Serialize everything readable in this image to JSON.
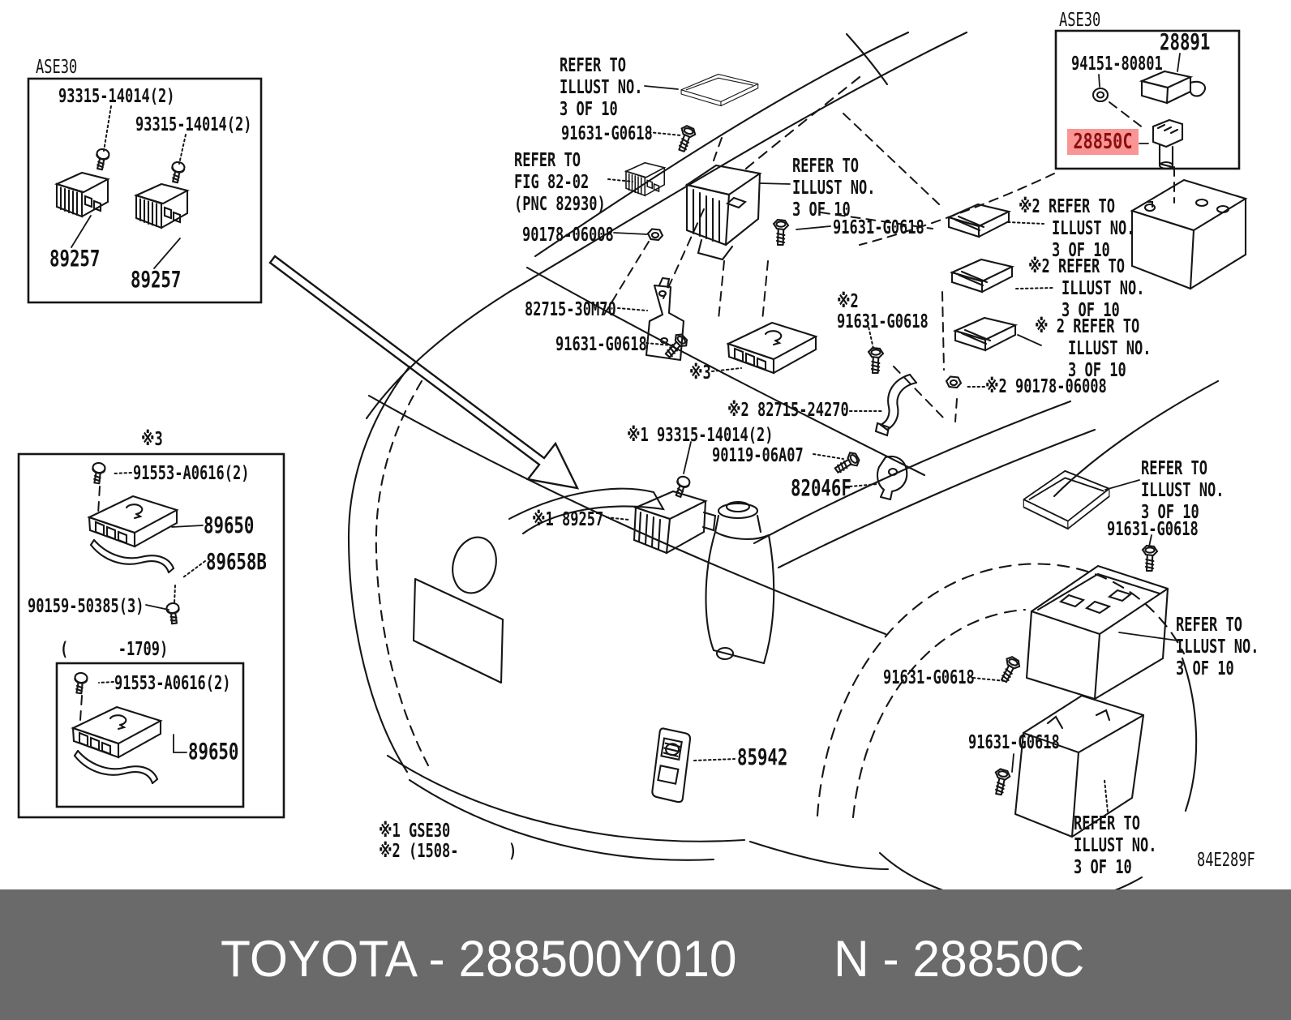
{
  "insets": {
    "top_left_title": "ASE30",
    "top_right_title": "ASE30",
    "bracket_box_title": "※3",
    "bracket_box_range": "(      -1709)"
  },
  "labels": {
    "p93315_a": "93315-14014(2)",
    "p93315_b": "93315-14014(2)",
    "p89257_a": "89257",
    "p89257_b": "89257",
    "p28891": "28891",
    "p94151": "94151-80801",
    "p28850c": "28850C",
    "refer_illust_1": "REFER TO\nILLUST NO.\n3 OF 10",
    "p91631_top": "91631-G0618",
    "refer_fig": "REFER TO\nFIG 82-02\n(PNC 82930)",
    "p90178_top": "90178-06008",
    "refer_illust_2": "REFER TO\nILLUST NO.\n3 OF 10",
    "p91631_mid_right": "91631-G0618",
    "p82715_30m70": "82715-30M70",
    "p91631_mid_left": "91631-G0618",
    "x2_91631": "※2\n91631-G0618",
    "x3_pointer": "※3",
    "x2_82715": "※2 82715-24270",
    "x2_90178": "※2 90178-06008",
    "x1_93315": "※1 93315-14014(2)",
    "p90119": "90119-06A07",
    "p82046f": "82046F",
    "x1_89257": "※1 89257",
    "x2_refer_1": "※2 REFER TO\n    ILLUST NO.\n    3 OF 10",
    "x2_refer_2": "※2 REFER TO\n    ILLUST NO.\n    3 OF 10",
    "x2_refer_3": "※ 2 REFER TO\n    ILLUST NO.\n    3 OF 10",
    "refer_illust_3": "REFER TO\nILLUST NO.\n3 OF 10",
    "p91631_br1": "91631-G0618",
    "refer_illust_4": "REFER TO\nILLUST NO.\n3 OF 10",
    "p91631_br2": "91631-G0618",
    "p91631_br3": "91631-G0618",
    "refer_illust_5": "REFER TO\nILLUST NO.\n3 OF 10",
    "p91553_a": "91553-A0616(2)",
    "p89650_a": "89650",
    "p89658b": "89658B",
    "p90159": "90159-50385(3)",
    "p91553_b": "91553-A0616(2)",
    "p89650_b": "89650",
    "p85942": "85942",
    "note_x1": "※1 GSE30",
    "note_x2": "※2 (1508-      )",
    "diagram_code": "84E289F"
  },
  "footer": {
    "left": "TOYOTA - 288500Y010",
    "right": "N - 28850C"
  },
  "colors": {
    "highlight_bg": "#fa9595",
    "highlight_text": "#8c0f0f",
    "footer_bg": "#6a6a6a",
    "footer_text": "#ffffff",
    "line": "#161616"
  }
}
